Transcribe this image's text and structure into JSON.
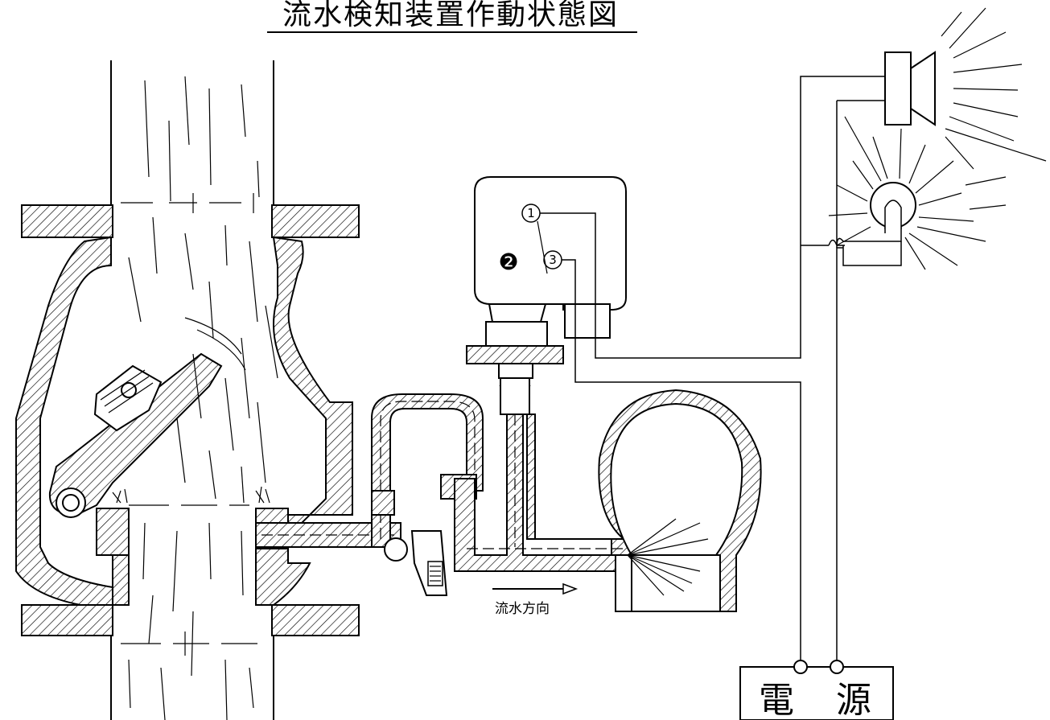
{
  "title": "流水検知装置作動状態図",
  "flow_label": "流水方向",
  "power_label": "電　源",
  "switch_number": "❷",
  "terminals": {
    "t1": "1",
    "t3": "3"
  }
}
